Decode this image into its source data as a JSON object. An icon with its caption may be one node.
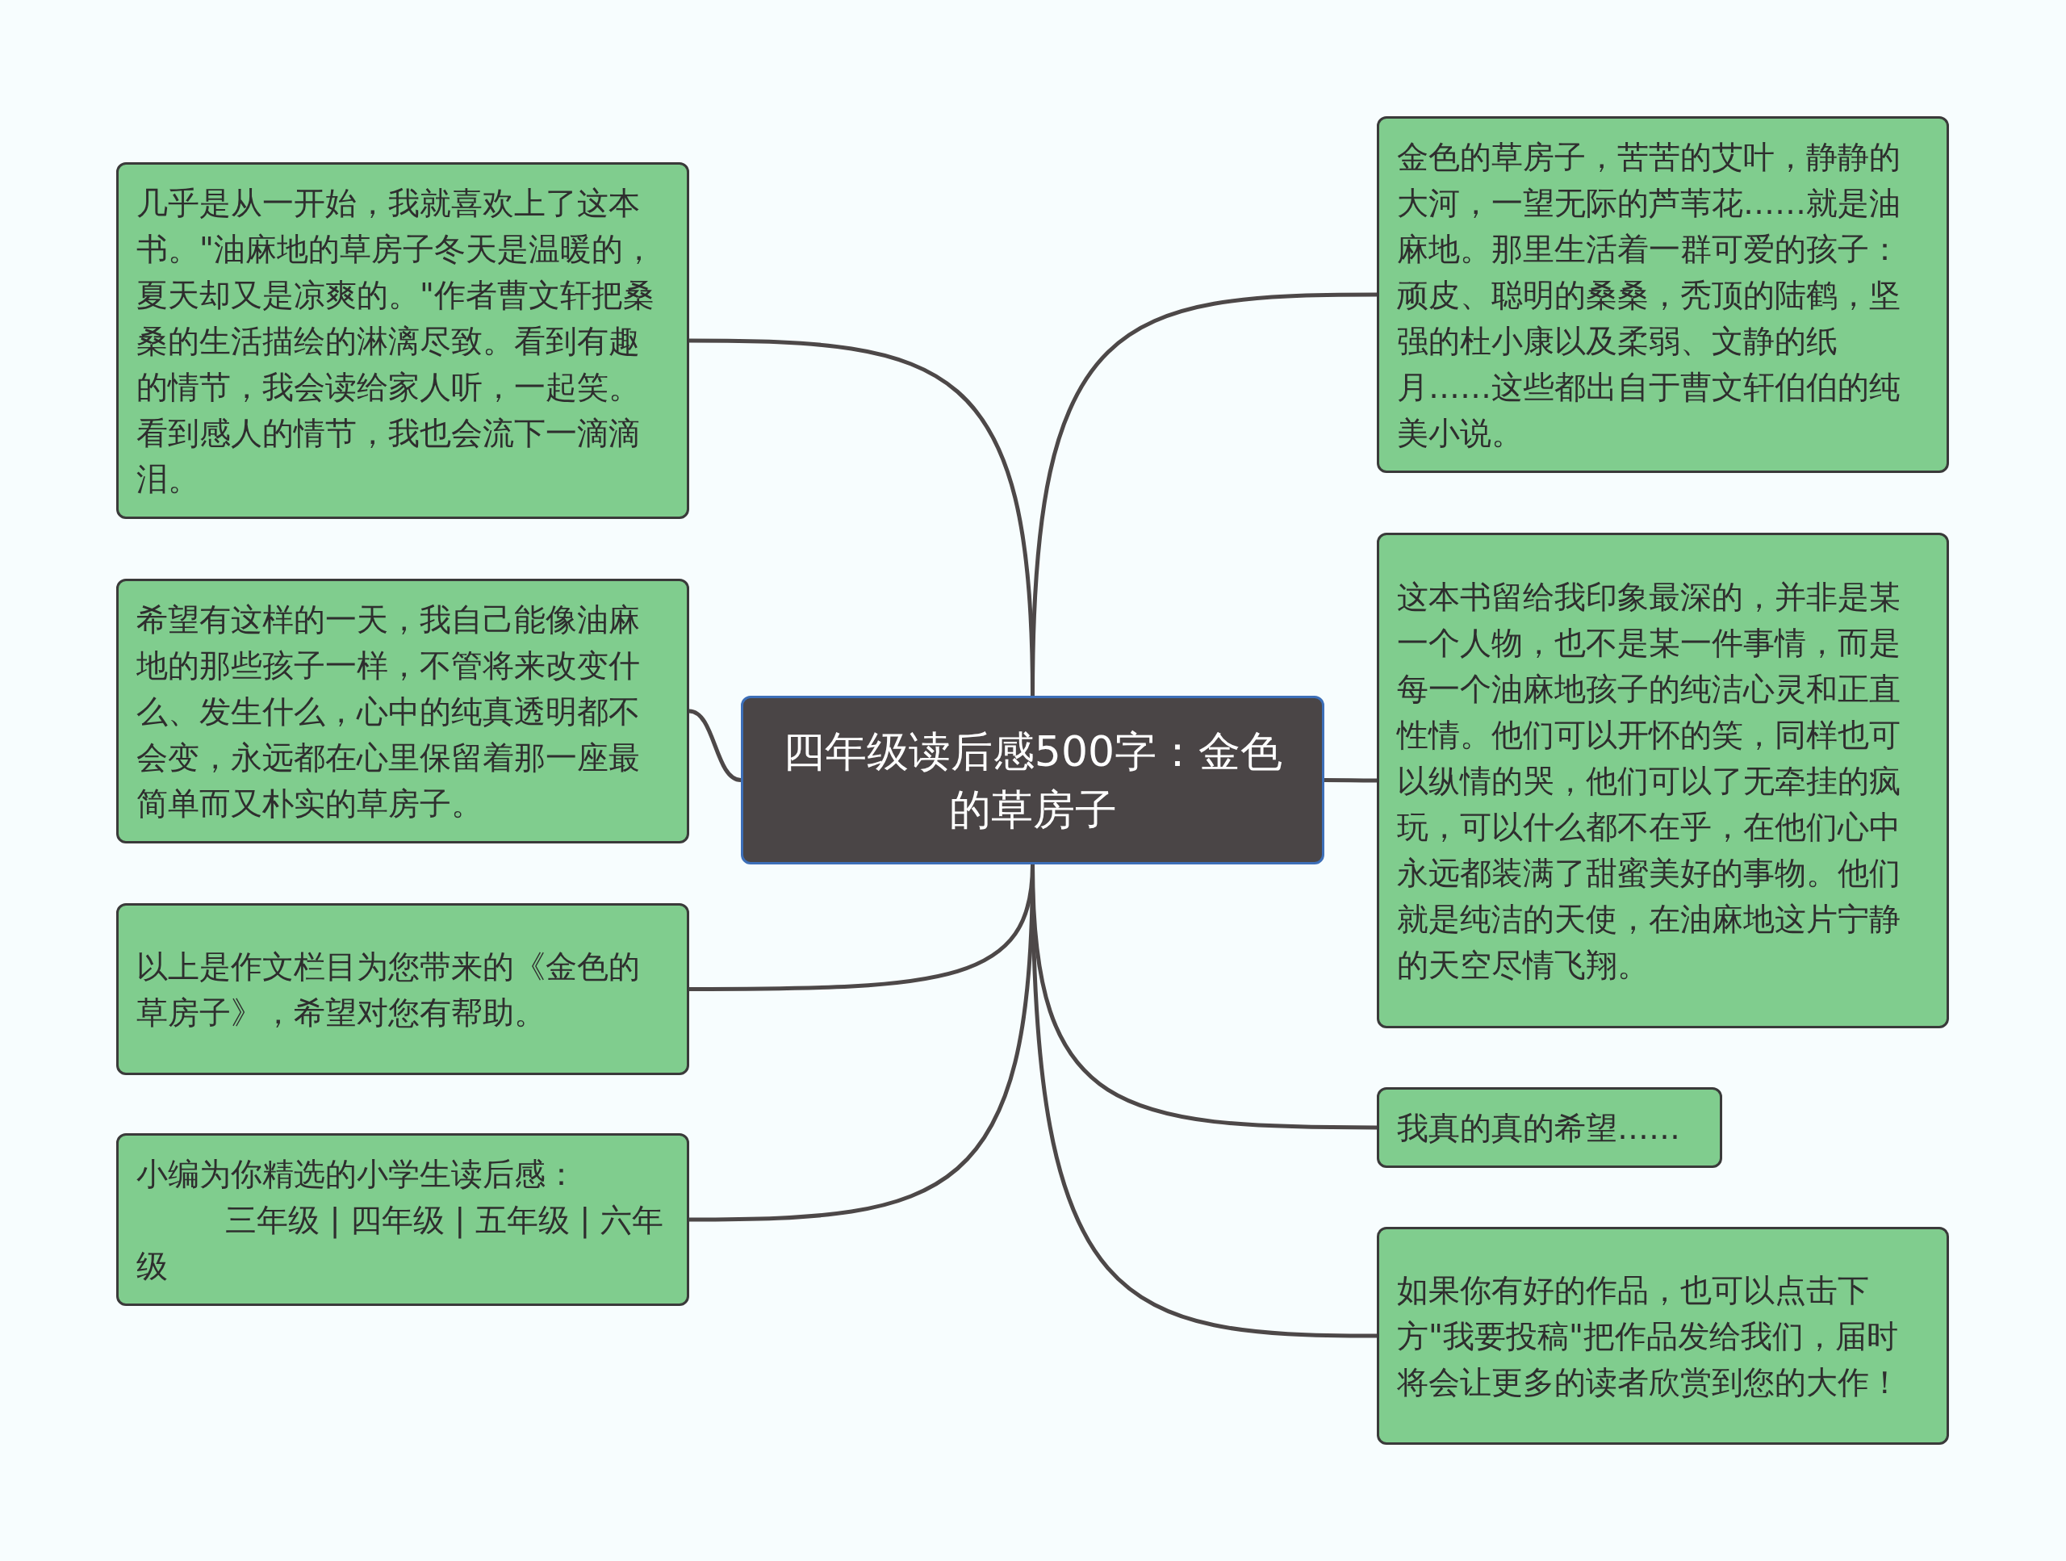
{
  "diagram": {
    "nodes": [
      {
        "text": [
          "四年级读后感500字：金色的草房子"
        ]
      },
      {
        "text": [
          "金色的草房子，苦苦的艾叶，静静的大河，一望无际的芦苇花……就是油麻地。那里生活着一群可爱的孩子：顽皮、聪明的桑桑，秃顶的陆鹤，坚强的杜小康以及柔弱、文静的纸月……这些都出自于曹文轩伯伯的纯美小说。"
        ]
      },
      {
        "text": [
          "这本书留给我印象最深的，并非是某一个人物，也不是某一件事情，而是每一个油麻地孩子的纯洁心灵和正直性情。他们可以开怀的笑，同样也可以纵情的哭，他们可以了无牵挂的疯玩，可以什么都不在乎，在他们心中永远都装满了甜蜜美好的事物。他们就是纯洁的天使，在油麻地这片宁静的天空尽情飞翔。"
        ]
      },
      {
        "text": [
          "我真的真的希望……"
        ]
      },
      {
        "text": [
          "如果你有好的作品，也可以点击下方\"我要投稿\"把作品发给我们，届时将会让更多的读者欣赏到您的大作！"
        ]
      },
      {
        "text": [
          "几乎是从一开始，我就喜欢上了这本书。\"油麻地的草房子冬天是温暖的，夏天却又是凉爽的。\"作者曹文轩把桑桑的生活描绘的淋漓尽致。看到有趣的情节，我会读给家人听，一起笑。看到感人的情节，我也会流下一滴滴泪。"
        ]
      },
      {
        "text": [
          "希望有这样的一天，我自己能像油麻地的那些孩子一样，不管将来改变什么、发生什么，心中的纯真透明都不会变，永远都在心里保留着那一座最简单而又朴实的草房子。"
        ]
      },
      {
        "text": [
          "以上是作文栏目为您带来的《金色的草房子》，希望对您有帮助。"
        ]
      },
      {
        "text": [
          "小编为你精选的小学生读后感：",
          "三年级 | 四年级 | 五年级 | 六年级"
        ]
      }
    ],
    "edges": [
      {
        "from": 0,
        "to": 1,
        "arrow": "none"
      },
      {
        "from": 0,
        "to": 2,
        "arrow": "none"
      },
      {
        "from": 0,
        "to": 3,
        "arrow": "none"
      },
      {
        "from": 0,
        "to": 4,
        "arrow": "none"
      },
      {
        "from": 0,
        "to": 5,
        "arrow": "none"
      },
      {
        "from": 0,
        "to": 6,
        "arrow": "none"
      },
      {
        "from": 0,
        "to": 7,
        "arrow": "none"
      },
      {
        "from": 0,
        "to": 8,
        "arrow": "none"
      }
    ]
  }
}
